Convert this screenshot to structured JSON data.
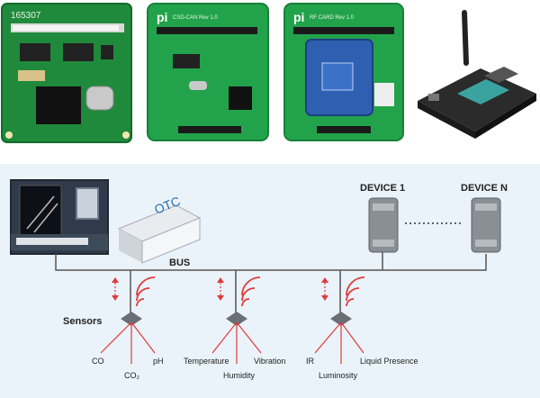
{
  "boards": [
    {
      "name": "serial-board",
      "silk": "165307"
    },
    {
      "name": "can-board",
      "logo": "pi",
      "silk": "CSD-CAN Rev 1.0"
    },
    {
      "name": "rf-board",
      "logo": "pi",
      "silk": "RF CARD Rev 1.0"
    },
    {
      "name": "gateway-board"
    }
  ],
  "diagram": {
    "otc_label": "OTC",
    "bus_label": "BUS",
    "device_1_label": "DEVICE 1",
    "device_n_label": "DEVICE N",
    "sensors_title": "Sensors",
    "sensor_groups": [
      {
        "labels": [
          "CO",
          "CO₂",
          "pH"
        ]
      },
      {
        "labels": [
          "Temperature",
          "Humidity",
          "Vibration"
        ]
      },
      {
        "labels": [
          "IR",
          "Luminosity",
          "Liquid Presence"
        ]
      }
    ]
  },
  "colors": {
    "pcb_green": "#1f8a3b",
    "pcb_dark_green": "#146b2c",
    "diagram_bg": "#eaf3f9",
    "signal_red": "#e03a3a",
    "line_gray": "#555555"
  }
}
